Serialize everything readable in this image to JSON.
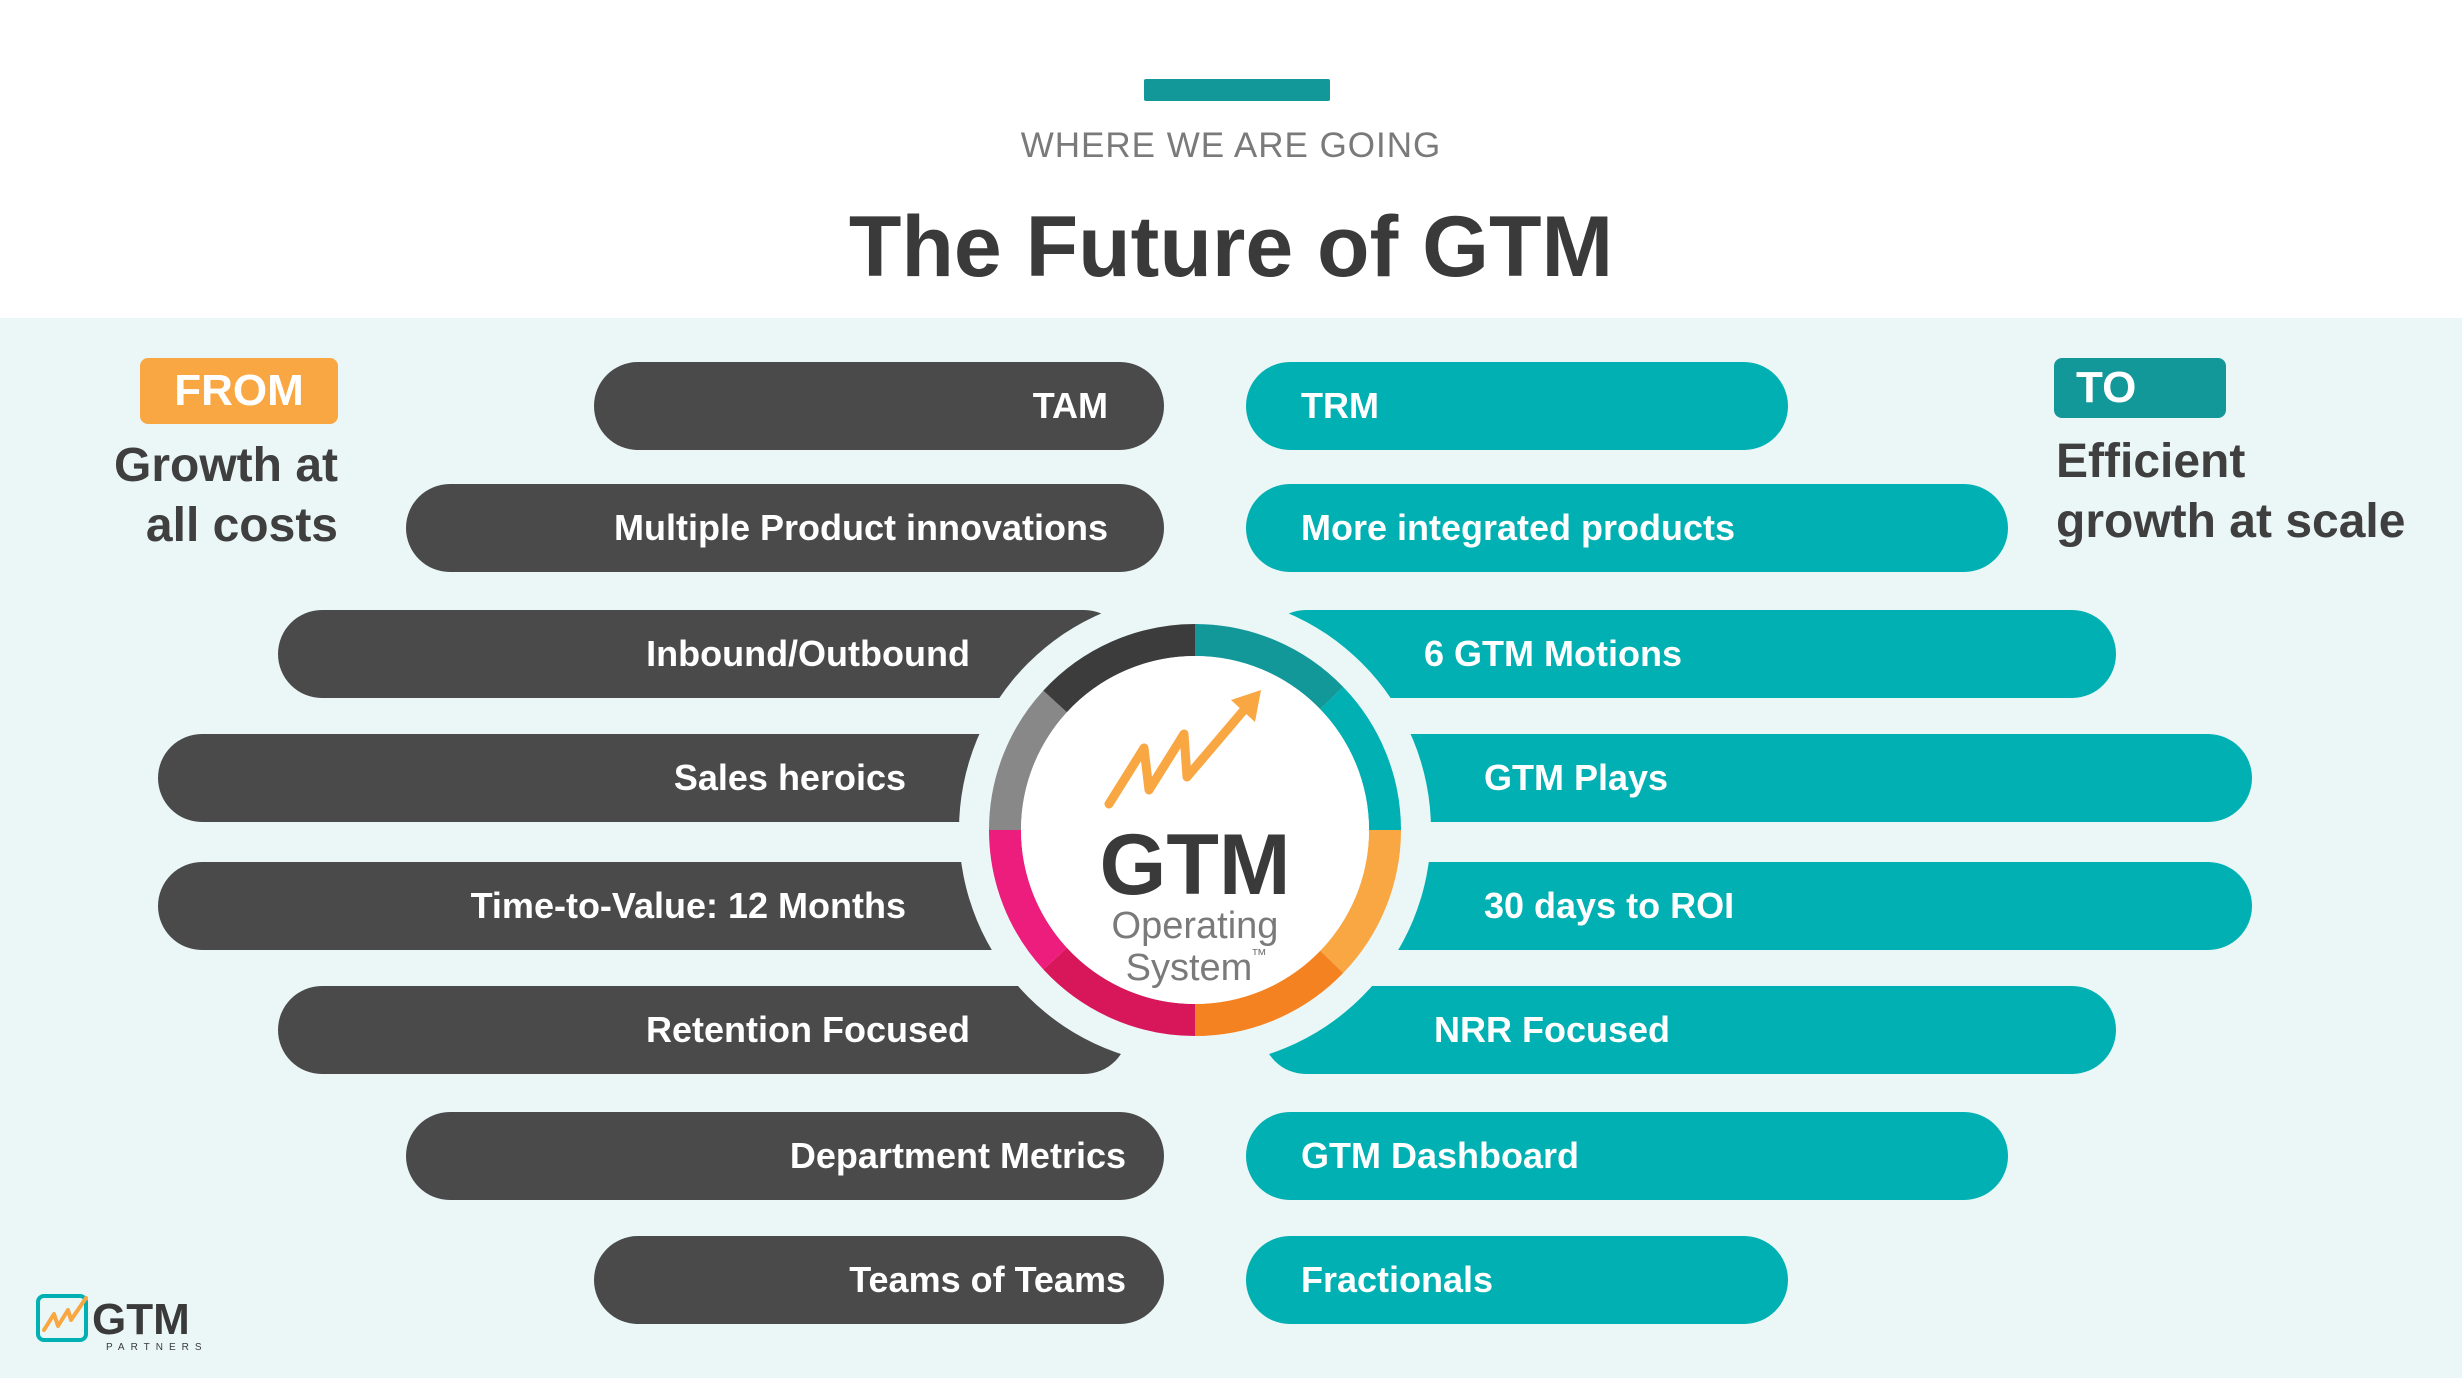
{
  "header": {
    "eyebrow": "WHERE WE ARE GOING",
    "title": "The Future of GTM"
  },
  "from": {
    "tag": "FROM",
    "line1": "Growth at",
    "line2": "all costs"
  },
  "to": {
    "tag": "TO",
    "line1": "Efficient",
    "line2": "growth at scale"
  },
  "from_items": [
    "TAM",
    "Multiple Product innovations",
    "Inbound/Outbound",
    "Sales heroics",
    "Time-to-Value: 12 Months",
    "Retention Focused",
    "Department Metrics",
    "Teams of Teams"
  ],
  "to_items": [
    "TRM",
    "More integrated products",
    "6 GTM Motions",
    "GTM Plays",
    "30 days to ROI",
    "NRR Focused",
    "GTM Dashboard",
    "Fractionals"
  ],
  "hub": {
    "title": "GTM",
    "line1": "Operating",
    "line2": "System",
    "tm": "™"
  },
  "logo": {
    "name": "GTM",
    "sub": "PARTNERS"
  },
  "colors": {
    "teal": "#00b0b2",
    "dark_teal": "#13989a",
    "dark_gray": "#4a4a4a",
    "orange": "#f9a742",
    "pink": "#e3146e",
    "light_bg": "#eaf7f6"
  }
}
